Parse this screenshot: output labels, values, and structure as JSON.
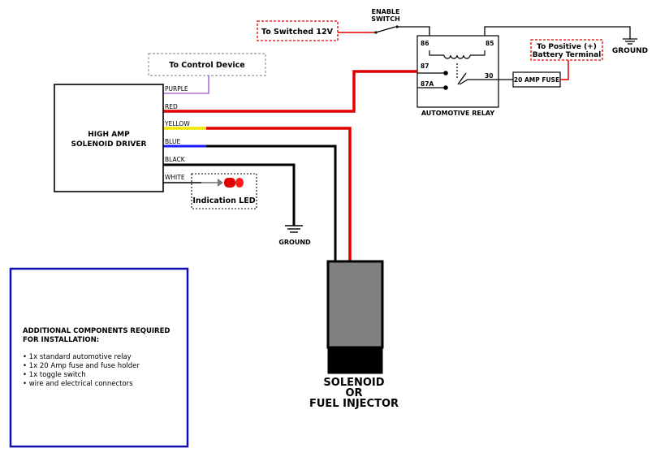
{
  "driver": {
    "title_line1": "HIGH AMP",
    "title_line2": "SOLENOID DRIVER"
  },
  "control_device": {
    "label": "To Control Device"
  },
  "switched_12v": {
    "label": "To Switched 12V"
  },
  "enable_switch": {
    "line1": "ENABLE",
    "line2": "SWITCH"
  },
  "ground_top": {
    "label": "GROUND"
  },
  "ground_bottom": {
    "label": "GROUND"
  },
  "battery_terminal": {
    "line1": "To Positive (+)",
    "line2": "Battery Terminal"
  },
  "relay": {
    "caption": "AUTOMOTIVE RELAY",
    "pins": {
      "p86": "86",
      "p85": "85",
      "p87": "87",
      "p87a": "87A",
      "p30": "30"
    }
  },
  "fuse": {
    "label": "20 AMP FUSE"
  },
  "wires": {
    "purple": "PURPLE",
    "red": "RED",
    "yellow": "YELLOW",
    "blue": "BLUE",
    "black": "BLACK",
    "white": "WHITE"
  },
  "led": {
    "label": "Indication LED"
  },
  "solenoid": {
    "line1": "SOLENOID",
    "line2": "OR",
    "line3": "FUEL INJECTOR"
  },
  "components": {
    "title_line1": "ADDITIONAL COMPONENTS REQUIRED",
    "title_line2": "FOR INSTALLATION:",
    "items": [
      "1x standard automotive relay",
      "1x 20 Amp fuse and fuse holder",
      "1x toggle switch",
      "wire and electrical connectors"
    ]
  },
  "colors": {
    "red_wire": "#e00000",
    "yellow_wire": "#f2e600",
    "blue_wire": "#1a1aff",
    "purple_wire": "#9a55c8",
    "components_border": "#1010b0",
    "solenoid_body": "#808080"
  }
}
